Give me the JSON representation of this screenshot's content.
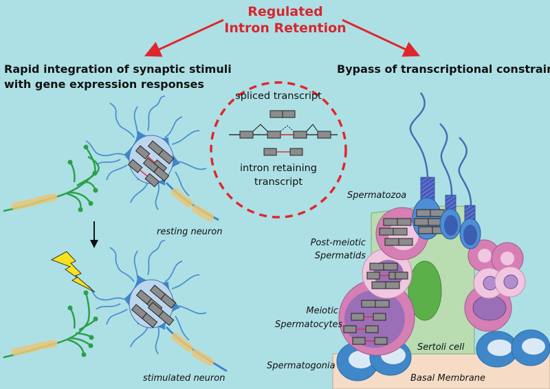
{
  "title": {
    "line1": "Regulated",
    "line2": "Intron Retention"
  },
  "left_panel": {
    "heading_line1": "Rapid integration of synaptic stimuli",
    "heading_line2": "with gene expression responses",
    "resting_label": "resting neuron",
    "stimulated_label": "stimulated neuron"
  },
  "center_panel": {
    "spliced_label": "spliced transcript",
    "retained_label_line1": "intron retaining",
    "retained_label_line2": "transcript"
  },
  "right_panel": {
    "heading": "Bypass of transcriptional constraints",
    "labels": {
      "spermatozoa": "Spermatozoa",
      "post_meiotic_line1": "Post-meiotic",
      "post_meiotic_line2": "Spermatids",
      "meiotic_line1": "Meiotic",
      "meiotic_line2": "Spermatocytes",
      "spermatogonia": "Spermatogonia",
      "sertoli": "Sertoli cell",
      "basal": "Basal Membrane"
    }
  },
  "colors": {
    "background": "#ade0e4",
    "title_red": "#d7262f",
    "neuron_blue": "#3f87c9",
    "axon_green": "#2aa04a",
    "myelin": "#e8c77a",
    "exon_gray": "#8c8c8c",
    "intron_red": "#e0303a",
    "sertoli_green": "#b9dcb0",
    "nucleus_green": "#5cb04a",
    "basal_peach": "#f6dcc6",
    "pink": "#d57fb5",
    "light_pink": "#f0c6e0",
    "purple": "#9b6fb8",
    "bolt_yellow": "#f7e21b"
  }
}
